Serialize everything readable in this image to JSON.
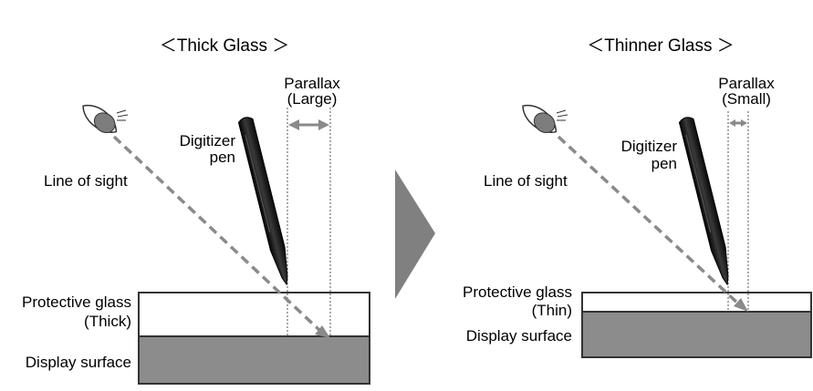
{
  "left": {
    "title": "＜Thick Glass ＞",
    "parallax_line1": "Parallax",
    "parallax_line2": "(Large)",
    "pen_line1": "Digitizer",
    "pen_line2": "pen",
    "line_of_sight": "Line of sight",
    "glass_line1": "Protective glass",
    "glass_line2": "(Thick)",
    "display": "Display surface"
  },
  "right": {
    "title": "＜Thinner Glass ＞",
    "parallax_line1": "Parallax",
    "parallax_line2": "(Small)",
    "pen_line1": "Digitizer",
    "pen_line2": "pen",
    "line_of_sight": "Line of sight",
    "glass_line1": "Protective glass",
    "glass_line2": "(Thin)",
    "display": "Display surface"
  },
  "colors": {
    "glass_fill": "#ffffff",
    "display_fill": "#8c8c8c",
    "sight_line": "#8a8a8a",
    "transition_arrow": "#808080",
    "pen": "#1e1e1e"
  }
}
